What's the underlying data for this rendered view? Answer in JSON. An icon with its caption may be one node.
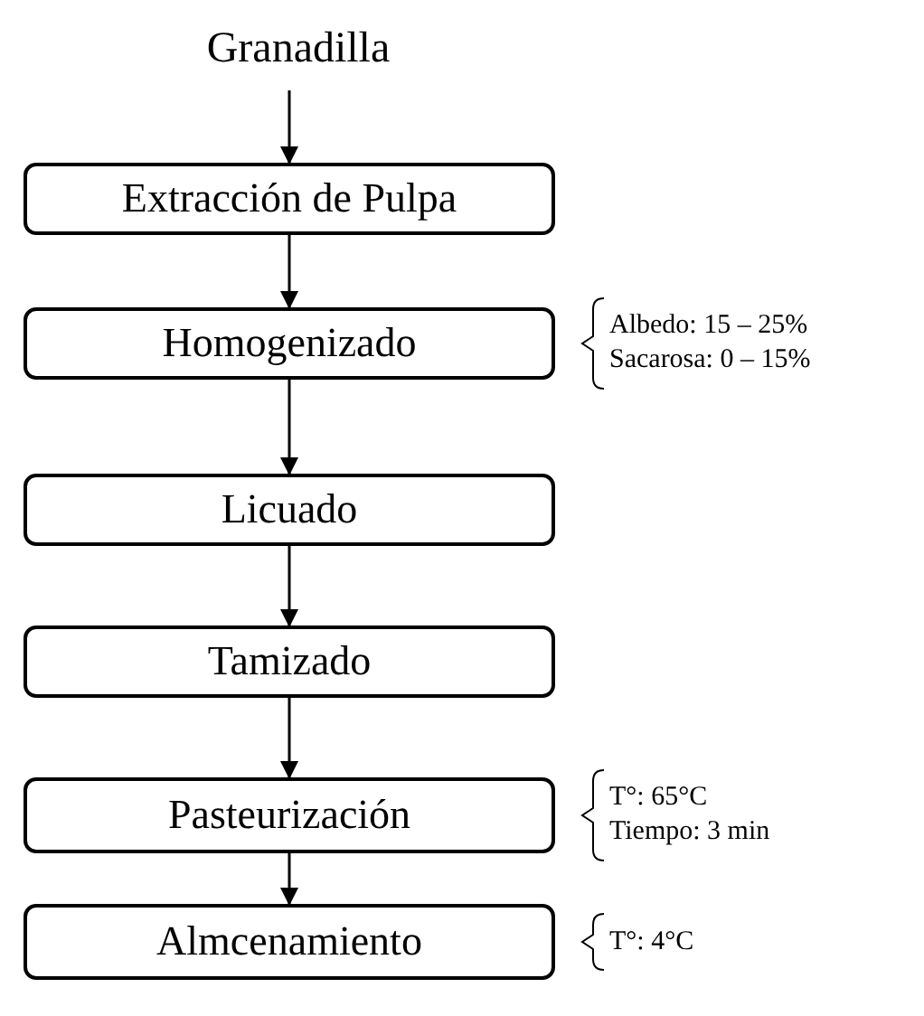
{
  "diagram": {
    "nodes": [
      {
        "text": [
          "Granadilla"
        ]
      },
      {
        "text": [
          "Extracción de Pulpa"
        ]
      },
      {
        "text": [
          "Homogenizado"
        ],
        "beside": [
          "Albedo: 15 – 25%",
          "Sacarosa: 0 – 15%"
        ]
      },
      {
        "text": [
          "Licuado"
        ]
      },
      {
        "text": [
          "Tamizado"
        ]
      },
      {
        "text": [
          "Pasteurización"
        ],
        "beside": [
          "T°: 65°C",
          "Tiempo: 3 min"
        ]
      },
      {
        "text": [
          "Almcenamiento"
        ],
        "beside": [
          "T°: 4°C"
        ]
      }
    ],
    "edges": [
      {
        "from": 0,
        "to": 1,
        "arrow": "to"
      },
      {
        "from": 1,
        "to": 2,
        "arrow": "to"
      },
      {
        "from": 2,
        "to": 3,
        "arrow": "to"
      },
      {
        "from": 3,
        "to": 4,
        "arrow": "to"
      },
      {
        "from": 4,
        "to": 5,
        "arrow": "to"
      },
      {
        "from": 5,
        "to": 6,
        "arrow": "to"
      }
    ]
  }
}
